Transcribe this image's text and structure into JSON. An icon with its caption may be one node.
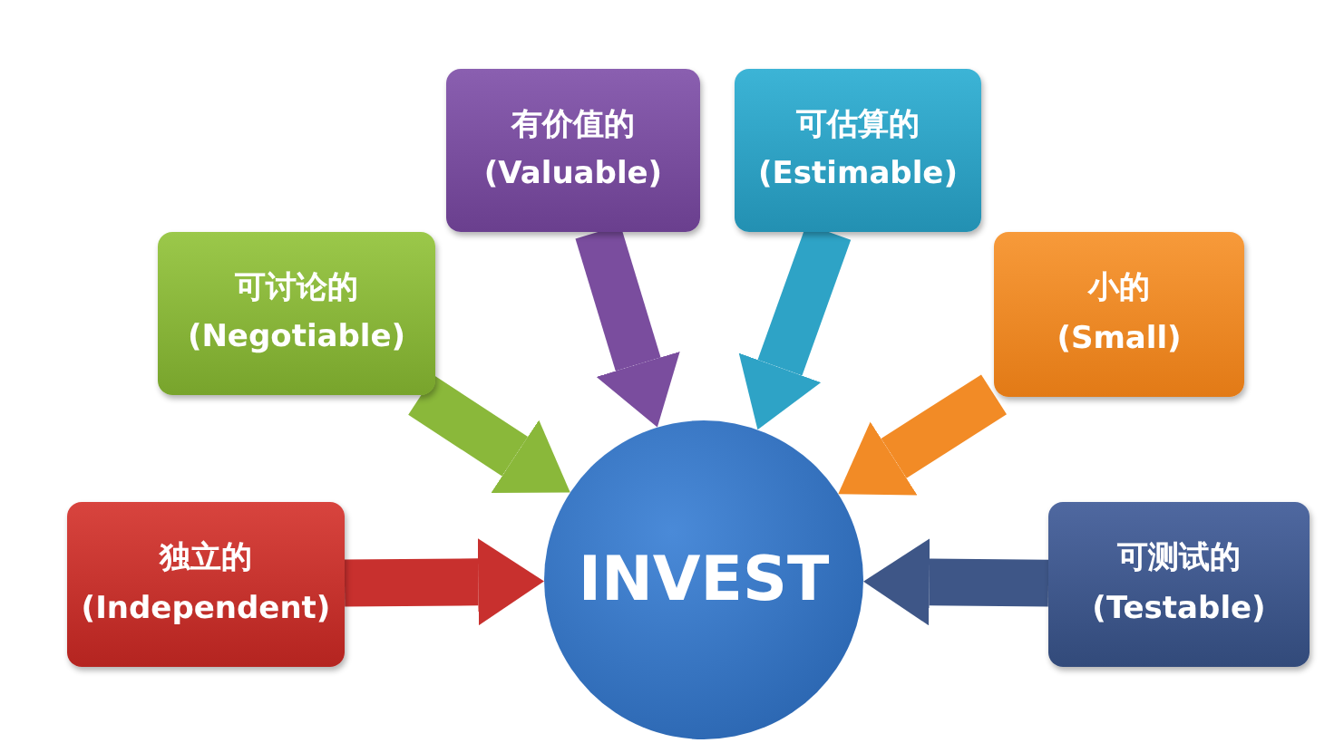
{
  "diagram": {
    "nodes": [
      {
        "text": [
          "有价值的",
          "(Valuable)"
        ]
      },
      {
        "text": [
          "可估算的",
          "(Estimable)"
        ]
      },
      {
        "text": [
          "可讨论的",
          "(Negotiable)"
        ]
      },
      {
        "text": [
          "小的",
          "(Small)"
        ]
      },
      {
        "text": [
          "独立的",
          "(Independent)"
        ]
      },
      {
        "text": [
          "INVEST"
        ]
      },
      {
        "text": [
          "可测试的",
          "(Testable)"
        ]
      }
    ],
    "edges": [
      {
        "from": 0,
        "to": 5,
        "arrow": "to",
        "color": "#7a4d9e"
      },
      {
        "from": 1,
        "to": 5,
        "arrow": "to",
        "color": "#2ea3c6"
      },
      {
        "from": 2,
        "to": 5,
        "arrow": "to",
        "color": "#8ab83a"
      },
      {
        "from": 3,
        "to": 5,
        "arrow": "to",
        "color": "#f28b26"
      },
      {
        "from": 4,
        "to": 5,
        "arrow": "to",
        "color": "#c8302e"
      },
      {
        "from": 6,
        "to": 5,
        "arrow": "to",
        "color": "#3e5687"
      }
    ]
  }
}
